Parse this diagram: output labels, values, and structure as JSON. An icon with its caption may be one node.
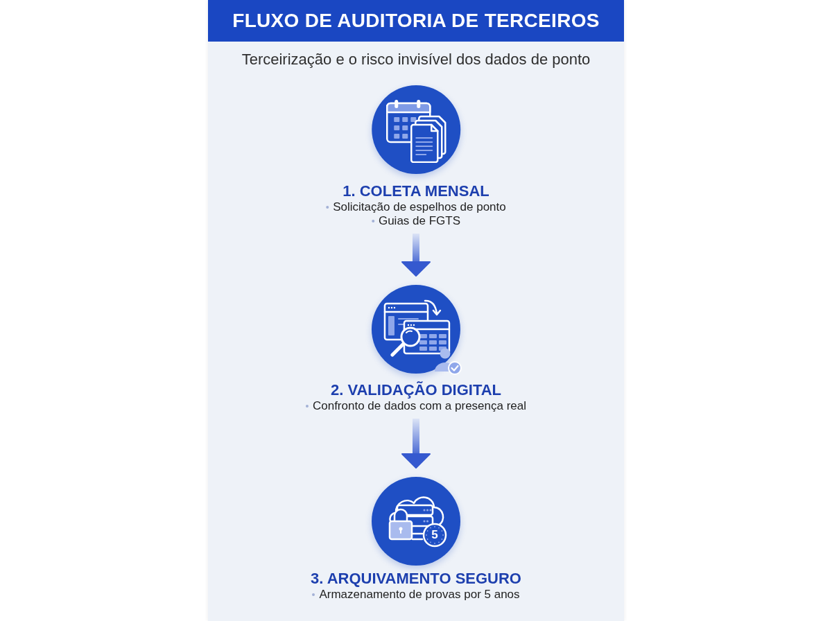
{
  "diagram": {
    "title": "FLUXO DE AUDITORIA DE TERCEIROS",
    "nodes": [
      {
        "text": [
          "1. COLETA MENSAL",
          "Solicitação de espelhos de ponto",
          "Guias de FGTS"
        ]
      },
      {
        "text": [
          "2. VALIDAÇÃO DIGITAL",
          "Confronto de dados com a presença real"
        ]
      },
      {
        "text": [
          "3. ARQUIVAMENTO SEGURO",
          "Armazenamento de provas por 5 anos"
        ]
      }
    ],
    "edges": [
      {
        "from": 0,
        "to": 1,
        "arrow": "to"
      },
      {
        "from": 1,
        "to": 2,
        "arrow": "to"
      }
    ],
    "labels": [
      "Terceirização e o risco invisível dos dados de ponto",
      "5"
    ]
  }
}
